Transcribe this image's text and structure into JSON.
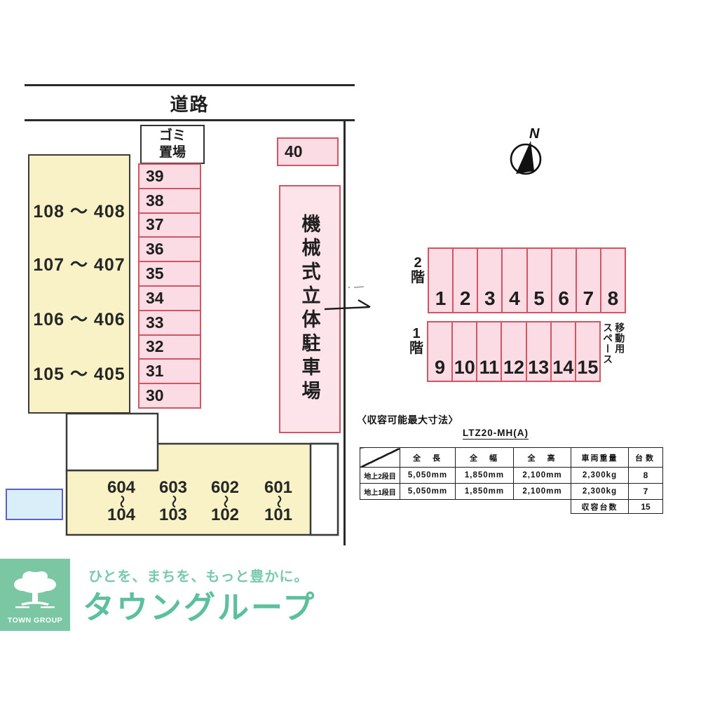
{
  "road": {
    "label": "道路"
  },
  "trash": {
    "line1": "ゴミ",
    "line2": "置場"
  },
  "space40": {
    "label": "40"
  },
  "left_building": {
    "units": [
      "108 〜 408",
      "107 〜 407",
      "106 〜 406",
      "105 〜 405"
    ]
  },
  "parking_column": {
    "spaces": [
      "39",
      "38",
      "37",
      "36",
      "35",
      "34",
      "33",
      "32",
      "31",
      "30"
    ]
  },
  "mech": {
    "label": "機械式立体駐車場"
  },
  "bottom_building": {
    "tilde": "〜",
    "units": [
      {
        "upper": "604",
        "lower": "104"
      },
      {
        "upper": "603",
        "lower": "103"
      },
      {
        "upper": "602",
        "lower": "102"
      },
      {
        "upper": "601",
        "lower": "101"
      }
    ]
  },
  "compass": {
    "label": "N"
  },
  "floors": {
    "f2": {
      "label": "2階",
      "spaces": [
        "1",
        "2",
        "3",
        "4",
        "5",
        "6",
        "7",
        "8"
      ]
    },
    "f1": {
      "label": "1階",
      "spaces": [
        "9",
        "10",
        "11",
        "12",
        "13",
        "14",
        "15"
      ]
    },
    "move_space": {
      "line1": "移動用",
      "line2": "スペース"
    }
  },
  "spec_table": {
    "title": "〈収容可能最大寸法〉",
    "model": "LTZ20-MH(A)",
    "col_headers": [
      "全　長",
      "全　幅",
      "全　高",
      "車両重量",
      "台数"
    ],
    "rows": [
      {
        "label": "地上2段目",
        "values": [
          "5,050mm",
          "1,850mm",
          "2,100mm",
          "2,300kg",
          "8"
        ]
      },
      {
        "label": "地上1段目",
        "values": [
          "5,050mm",
          "1,850mm",
          "2,100mm",
          "2,300kg",
          "7"
        ]
      }
    ],
    "total_label": "収容台数",
    "total_value": "15"
  },
  "branding": {
    "logo_text": "TOWN GROUP",
    "tagline": "ひとを、まちを、もっと豊かに。",
    "company": "タウングループ"
  },
  "colors": {
    "pink_fill": "#fbdce4",
    "pink_fill_light": "#fce4ea",
    "red_border": "#d25563",
    "yellow_fill": "#f9f2c6",
    "dark_border": "#3a3a3a",
    "blue_fill": "#daeefa",
    "blue_border": "#5a63c0",
    "logo_green": "#7bc7a3",
    "company_green": "#5cc09c",
    "tagline_green": "#79c9ae"
  }
}
